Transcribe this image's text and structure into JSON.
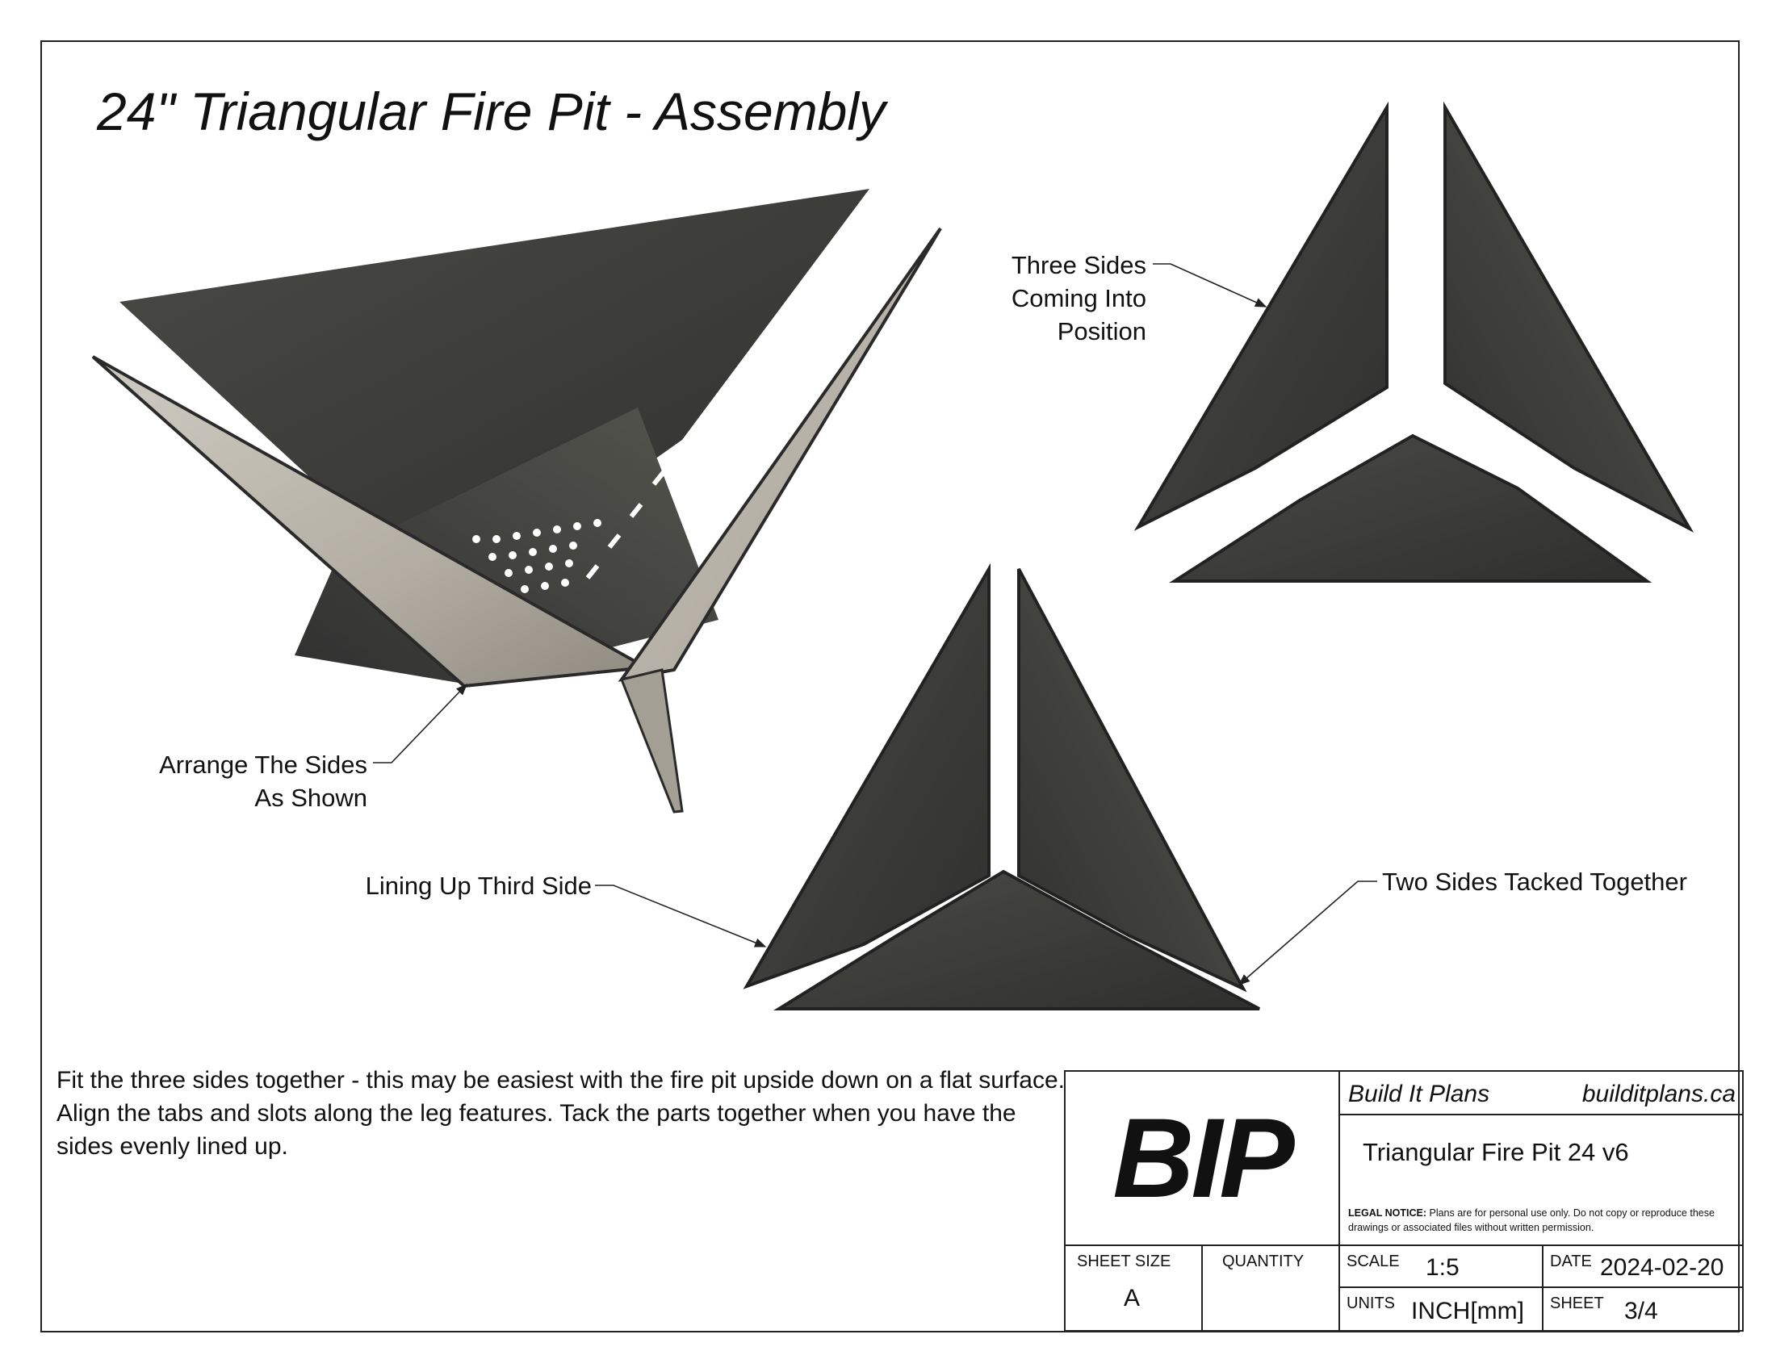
{
  "title": "24\" Triangular Fire Pit - Assembly",
  "callouts": {
    "arrange": [
      "Arrange The Sides",
      "As Shown"
    ],
    "three_sides": [
      "Three Sides",
      "Coming Into",
      "Position"
    ],
    "lining_up": "Lining Up Third Side",
    "tacked": "Two Sides Tacked Together"
  },
  "note": "Fit the three sides together - this may be easiest with the fire pit upside down on a flat surface. Align the tabs and slots along the leg features. Tack the parts together when you have the sides evenly lined up.",
  "title_block": {
    "logo": "BIP",
    "company": "Build It Plans",
    "website": "builditplans.ca",
    "part_name": "Triangular Fire Pit 24 v6",
    "legal_label": "LEGAL NOTICE:",
    "legal_text": "Plans are for personal use only. Do not copy or reproduce these drawings or associated files without written permission.",
    "sheet_size_label": "SHEET SIZE",
    "sheet_size": "A",
    "quantity_label": "QUANTITY",
    "quantity": "",
    "scale_label": "SCALE",
    "scale": "1:5",
    "date_label": "DATE",
    "date": "2024-02-20",
    "units_label": "UNITS",
    "units": "INCH[mm]",
    "sheet_label": "SHEET",
    "sheet": "3/4"
  },
  "colors": {
    "steel_dark": "#3a3a38",
    "steel_light": "#bcb8ae",
    "line": "#222222"
  }
}
